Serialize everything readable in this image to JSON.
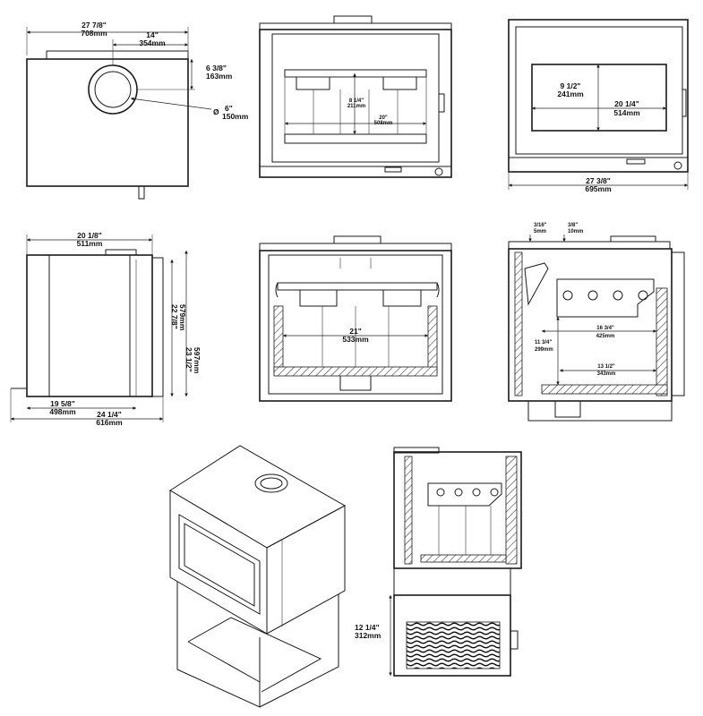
{
  "front_view_top": {
    "overall_width": {
      "imperial": "27 7/8\"",
      "metric": "708mm"
    },
    "flue_offset": {
      "imperial": "14\"",
      "metric": "354mm"
    },
    "flue_depth": {
      "imperial": "6 3/8\"",
      "metric": "163mm"
    },
    "flue_diameter": {
      "symbol": "Ø",
      "imperial": "6\"",
      "metric": "150mm"
    }
  },
  "front_view_open": {
    "baffle_height": {
      "imperial": "8 1/4\"",
      "metric": "211mm"
    },
    "firebox_width": {
      "imperial": "20\"",
      "metric": "508mm"
    }
  },
  "front_view_door": {
    "glass_height": {
      "imperial": "9 1/2\"",
      "metric": "241mm"
    },
    "glass_width": {
      "imperial": "20 1/4\"",
      "metric": "514mm"
    },
    "overall_width": {
      "imperial": "27 3/8\"",
      "metric": "695mm"
    }
  },
  "side_view": {
    "top_depth": {
      "imperial": "20 1/8\"",
      "metric": "511mm"
    },
    "height_body": {
      "imperial": "22 7/8\"",
      "metric": "579mm"
    },
    "height_overall": {
      "imperial": "23 1/2\"",
      "metric": "597mm"
    },
    "base_depth": {
      "imperial": "19 5/8\"",
      "metric": "498mm"
    },
    "overall_depth": {
      "imperial": "24 1/4\"",
      "metric": "616mm"
    }
  },
  "section_front": {
    "firebox_width": {
      "imperial": "21\"",
      "metric": "533mm"
    }
  },
  "section_side": {
    "gap_a": {
      "imperial": "3/16\"",
      "metric": "5mm"
    },
    "gap_b": {
      "imperial": "3/8\"",
      "metric": "10mm"
    },
    "firebox_depth": {
      "imperial": "16 3/4\"",
      "metric": "425mm"
    },
    "firebox_height": {
      "imperial": "11 3/4\"",
      "metric": "299mm"
    },
    "floor_depth": {
      "imperial": "13 1/2\"",
      "metric": "343mm"
    }
  },
  "stand_section": {
    "log_store_height": {
      "imperial": "12 1/4\"",
      "metric": "312mm"
    }
  }
}
